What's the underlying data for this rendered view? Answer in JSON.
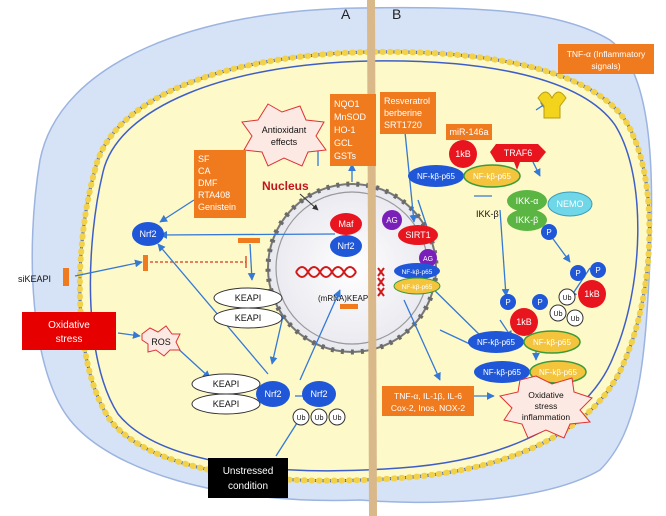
{
  "panels": {
    "left": "A",
    "right": "B"
  },
  "labels": {
    "nucleus": "Nucleus",
    "antioxidant": [
      "Antioxidant",
      "effects"
    ],
    "oxidative_stress_outcome": [
      "Oxidative",
      "stress",
      "inflammation"
    ],
    "ros": "ROS",
    "mrna_keapi": "(mRNA)KEAPI",
    "ikk_beta_side": "IKK-β"
  },
  "boxes": {
    "tnf_signal": [
      "TNF-α (Inflammatory",
      "signals)"
    ],
    "enzymes": [
      "NQO1",
      "MnSOD",
      "HO-1",
      "GCL",
      "GSTs"
    ],
    "activators": [
      "SF",
      "CA",
      "DMF",
      "RTA408",
      "Genistein"
    ],
    "sirt_activators": [
      "Resveratrol",
      "berberine",
      "SRT1720"
    ],
    "mir": "miR-146a",
    "cytokines": [
      "TNF-α, IL-1β, IL-6",
      "Cox-2, Inos, NOX-2"
    ],
    "siKEAPI": "siKEAPI",
    "oxidative_stress_input": [
      "Oxidative",
      "stress"
    ],
    "unstressed": [
      "Unstressed",
      "condition"
    ]
  },
  "proteins": {
    "nrf2": "Nrf2",
    "maf": "Maf",
    "keapi": "KEAPI",
    "ub": "Ub",
    "ag": "AG",
    "sirt1": "SIRT1",
    "ikb": "1kB",
    "traf6": "TRAF6",
    "nfkb_p65": "NF-kβ-p65",
    "ikk_alpha": "IKK-α",
    "ikk_beta": "IKK-β",
    "nemo": "NEMO",
    "p": "P"
  },
  "colors": {
    "cytoplasm": "#fef9c8",
    "membrane_bead": "#f2d24a",
    "membrane_outline": "#3d5ec9",
    "protein_blue": "#1f57d8",
    "orange_box": "#f07b1f",
    "red_box": "#e60000",
    "red_protein": "#e8141e",
    "green_protein": "#5bb543",
    "nemo_cyan": "#6fd7e8",
    "purple_ag": "#7a1fb8",
    "nfkb_yellow": "#f3c43c",
    "arrow": "#3479d6",
    "divider": "#d9b88a"
  }
}
